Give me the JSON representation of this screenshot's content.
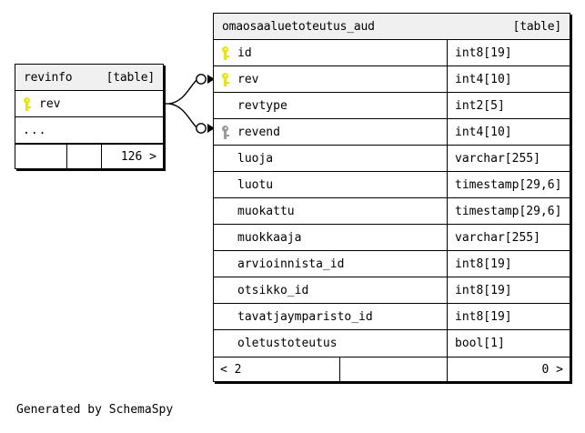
{
  "diagram": {
    "caption": "Generated by SchemaSpy",
    "table_tag": "[table]"
  },
  "main_table": {
    "name": "omaosaaluetoteutus_aud",
    "tag": "[table]",
    "columns": [
      {
        "key": "primary",
        "name": "id",
        "type": "int8[19]"
      },
      {
        "key": "primary",
        "name": "rev",
        "type": "int4[10]"
      },
      {
        "key": "none",
        "name": "revtype",
        "type": "int2[5]"
      },
      {
        "key": "foreign",
        "name": "revend",
        "type": "int4[10]"
      },
      {
        "key": "none",
        "name": "luoja",
        "type": "varchar[255]"
      },
      {
        "key": "none",
        "name": "luotu",
        "type": "timestamp[29,6]"
      },
      {
        "key": "none",
        "name": "muokattu",
        "type": "timestamp[29,6]"
      },
      {
        "key": "none",
        "name": "muokkaaja",
        "type": "varchar[255]"
      },
      {
        "key": "none",
        "name": "arvioinnista_id",
        "type": "int8[19]"
      },
      {
        "key": "none",
        "name": "otsikko_id",
        "type": "int8[19]"
      },
      {
        "key": "none",
        "name": "tavatjaymparisto_id",
        "type": "int8[19]"
      },
      {
        "key": "none",
        "name": "oletustoteutus",
        "type": "bool[1]"
      }
    ],
    "footer": {
      "left": "< 2",
      "middle": "",
      "right": "0 >"
    }
  },
  "revinfo_table": {
    "name": "revinfo",
    "tag": "[table]",
    "columns": [
      {
        "key": "primary",
        "name": "rev",
        "type": ""
      }
    ],
    "more_indicator": "...",
    "footer": {
      "left": "",
      "middle": "",
      "right": "126 >"
    }
  },
  "relationship": {
    "from_table": "revinfo",
    "from_column": "rev",
    "to_table": "omaosaaluetoteutus_aud",
    "to_columns": [
      "rev",
      "revend"
    ]
  },
  "colors": {
    "primary_key": "#e8e800",
    "foreign_key": "#9a9a9a",
    "header_bg": "#f0f0f0",
    "border": "#000000",
    "background": "#ffffff"
  }
}
